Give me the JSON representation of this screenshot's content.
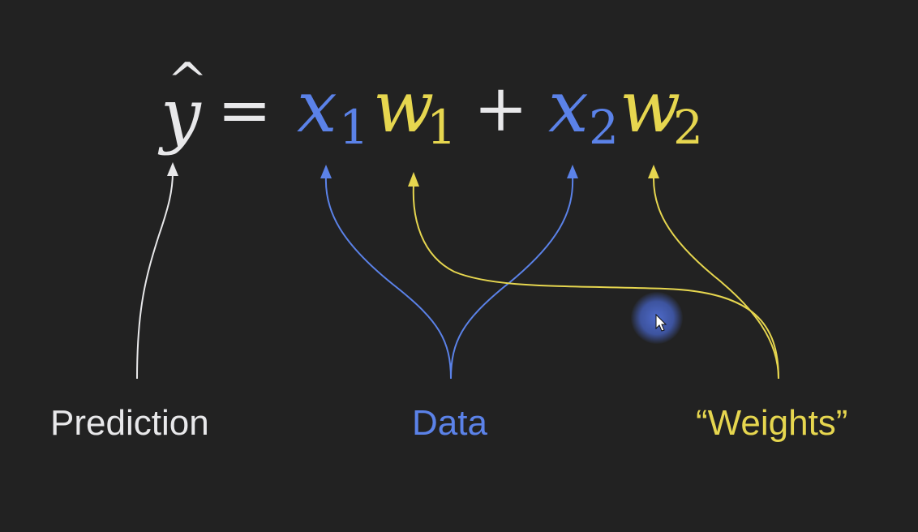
{
  "equation": {
    "y": "y",
    "hat": "^",
    "eq": "=",
    "x1": "x",
    "x1_sub": "1",
    "w1": "w",
    "w1_sub": "1",
    "plus": "+",
    "x2": "x",
    "x2_sub": "2",
    "w2": "w",
    "w2_sub": "2"
  },
  "labels": {
    "prediction": "Prediction",
    "data": "Data",
    "weights": "“Weights”"
  },
  "colors": {
    "background": "#222222",
    "prediction": "#e8e8ea",
    "data": "#5b82e8",
    "weights": "#e6d64f"
  },
  "icons": {
    "cursor": "cursor-pointer-icon"
  }
}
